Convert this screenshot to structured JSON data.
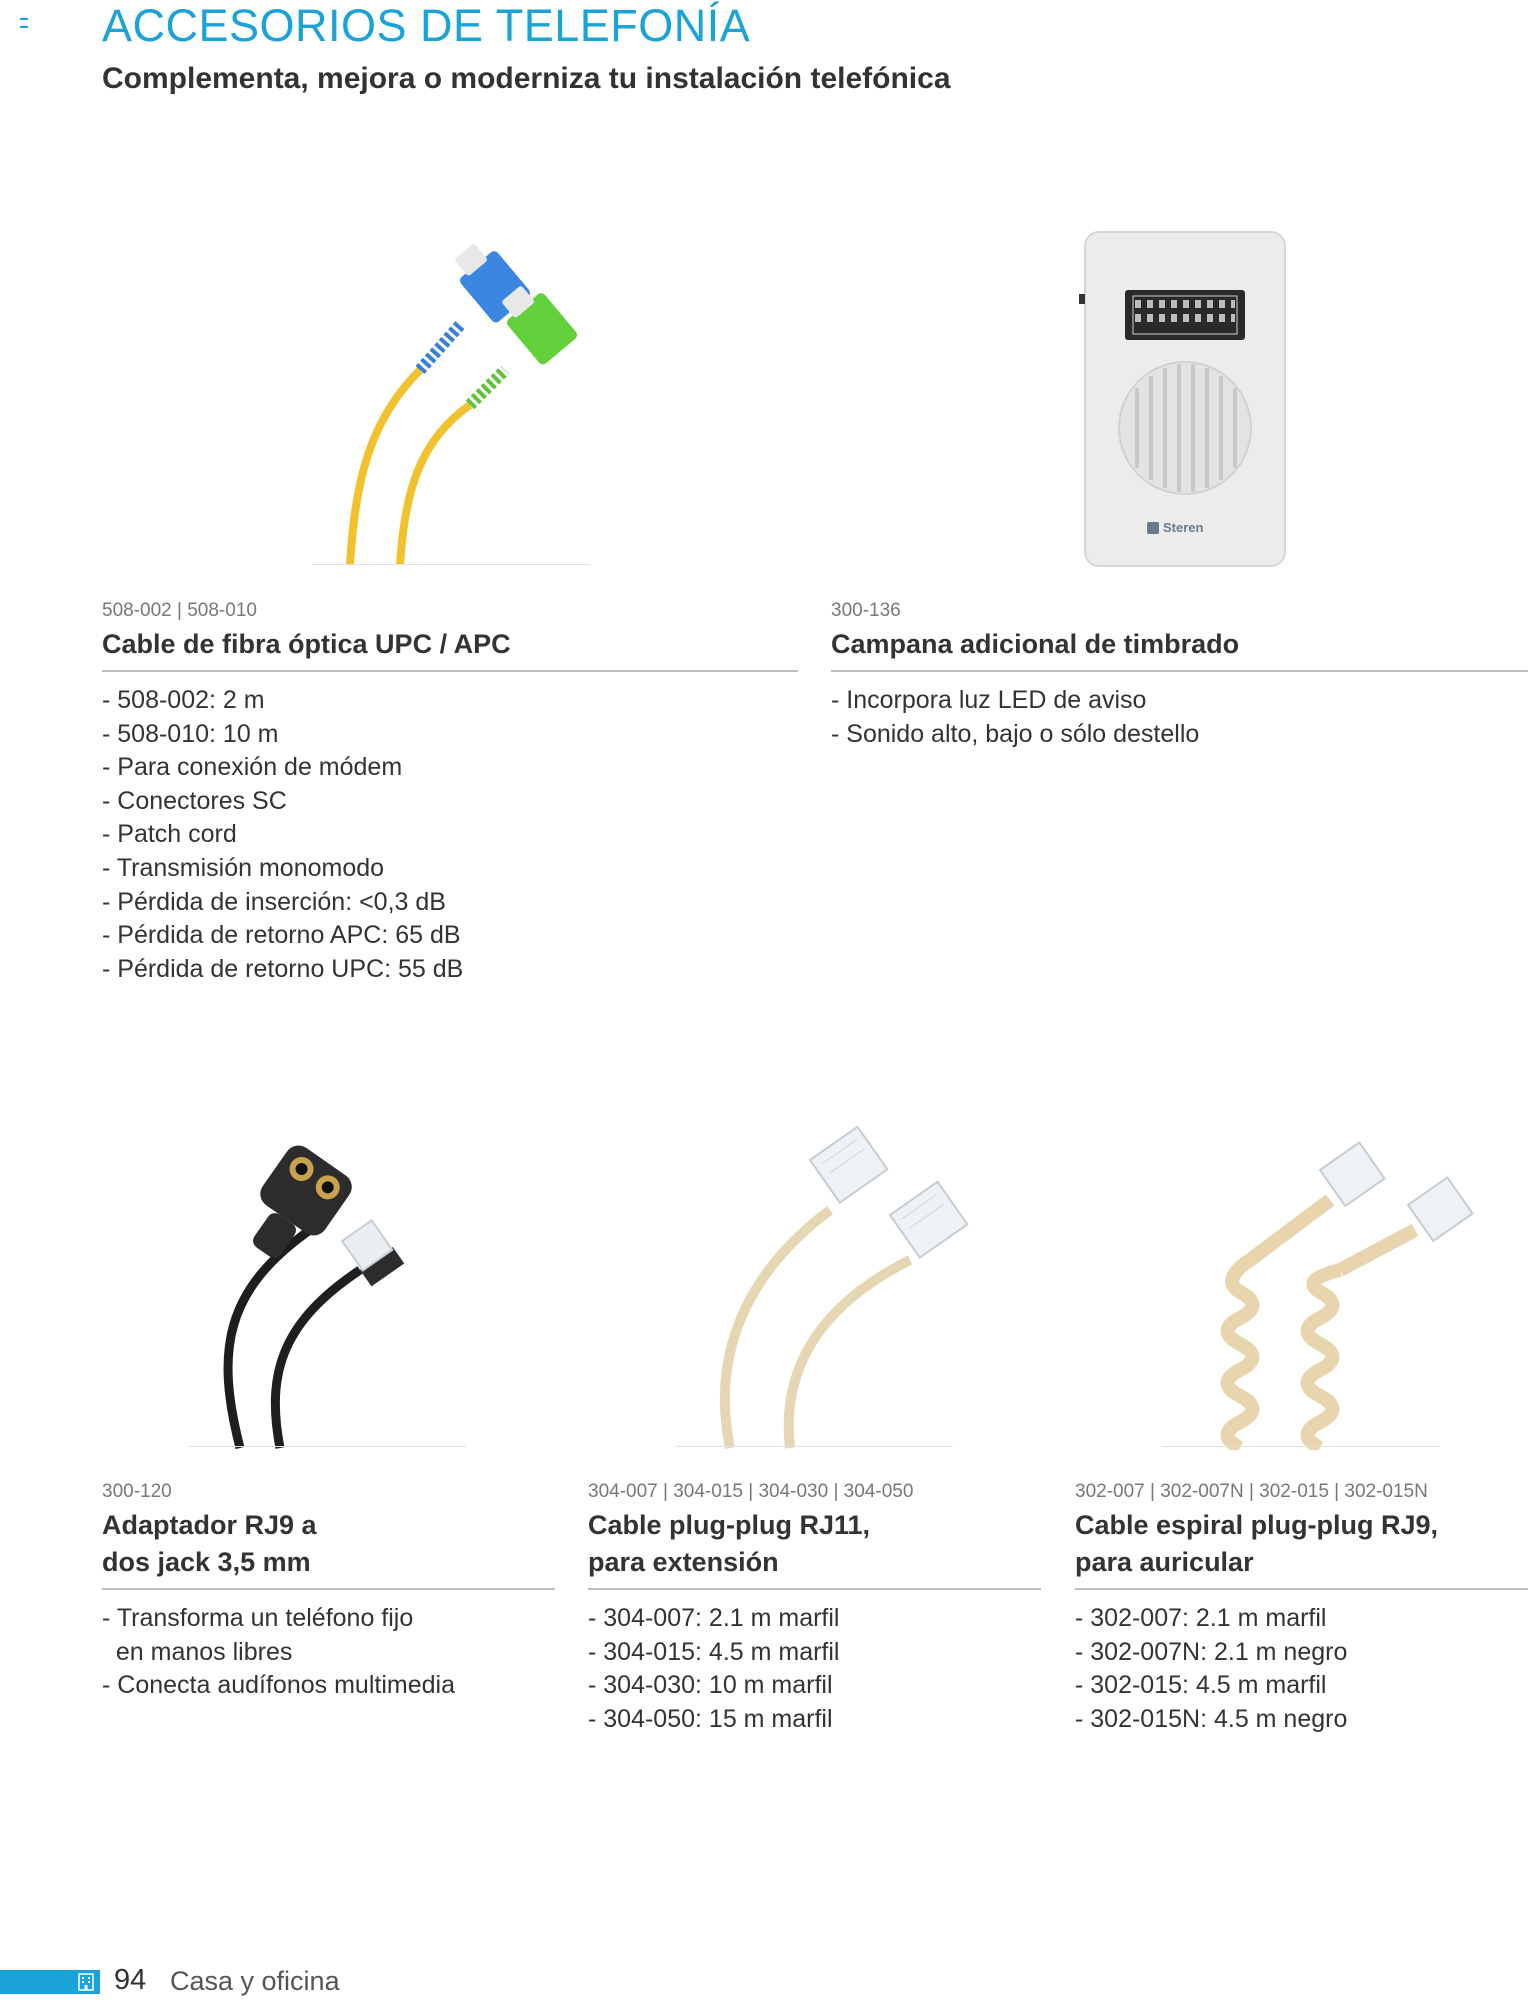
{
  "header": {
    "title": "ACCESORIOS DE TELEFONÍA",
    "subtitle": "Complementa, mejora o moderniza tu instalación telefónica"
  },
  "products": [
    {
      "codes": "508-002 | 508-010",
      "name_lines": [
        "Cable de fibra óptica UPC / APC"
      ],
      "image": "fiber-optic-cable-image",
      "features": [
        "- 508-002: 2 m",
        "- 508-010: 10 m",
        "- Para conexión de módem",
        "- Conectores SC",
        "- Patch cord",
        "- Transmisión monomodo",
        "- Pérdida de inserción: <0,3 dB",
        "- Pérdida de retorno APC: 65 dB",
        "- Pérdida de retorno UPC: 55 dB"
      ]
    },
    {
      "codes": "300-136",
      "name_lines": [
        "Campana adicional de timbrado"
      ],
      "image": "ringer-bell-image",
      "brand": "Steren",
      "features": [
        "- Incorpora luz LED de aviso",
        "- Sonido alto, bajo o sólo destello"
      ]
    },
    {
      "codes": "300-120",
      "name_lines": [
        "Adaptador RJ9 a",
        "dos jack 3,5 mm"
      ],
      "image": "rj9-adapter-image",
      "features": [
        "- Transforma un teléfono fijo",
        "  en manos libres",
        "- Conecta audífonos multimedia"
      ]
    },
    {
      "codes": "304-007  |  304-015  |  304-030  |  304-050",
      "name_lines": [
        "Cable plug-plug RJ11,",
        "para extensión"
      ],
      "image": "rj11-cable-image",
      "features": [
        "- 304-007: 2.1 m marfil",
        "- 304-015: 4.5 m marfil",
        "- 304-030: 10 m marfil",
        "- 304-050: 15 m marfil"
      ]
    },
    {
      "codes": "302-007  |  302-007N  |  302-015  |  302-015N",
      "name_lines": [
        "Cable espiral plug-plug RJ9,",
        "para auricular"
      ],
      "image": "coiled-rj9-cable-image",
      "features": [
        "- 302-007: 2.1 m marfil",
        "- 302-007N: 2.1 m negro",
        "- 302-015: 4.5 m marfil",
        "- 302-015N: 4.5 m negro"
      ]
    }
  ],
  "footer": {
    "page_number": "94",
    "section": "Casa y oficina"
  },
  "colors": {
    "accent": "#1aa3d9",
    "rule": "#bdbdbd",
    "text": "#333333"
  }
}
